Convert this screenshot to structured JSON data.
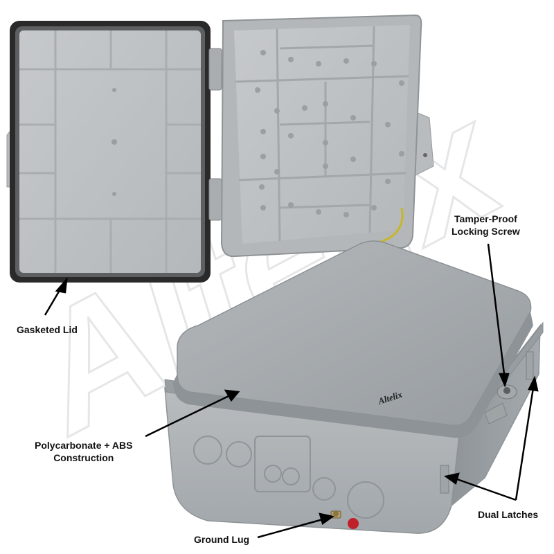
{
  "watermark": "Altelix",
  "brand_logo": "Altelix",
  "callouts": {
    "tamper_proof_line1": "Tamper-Proof",
    "tamper_proof_line2": "Locking Screw",
    "gasketed_lid": "Gasketed Lid",
    "polycarbonate_line1": "Polycarbonate + ABS",
    "polycarbonate_line2": "Construction",
    "dual_latches": "Dual Latches",
    "ground_lug": "Ground Lug"
  },
  "colors": {
    "enclosure_gray": "#a8adb1",
    "lid_top_gray": "#9ea3a7",
    "gasket_black": "#2a2a2a",
    "grounding_wire": "#c8b62a",
    "warning_red": "#c0202a"
  }
}
